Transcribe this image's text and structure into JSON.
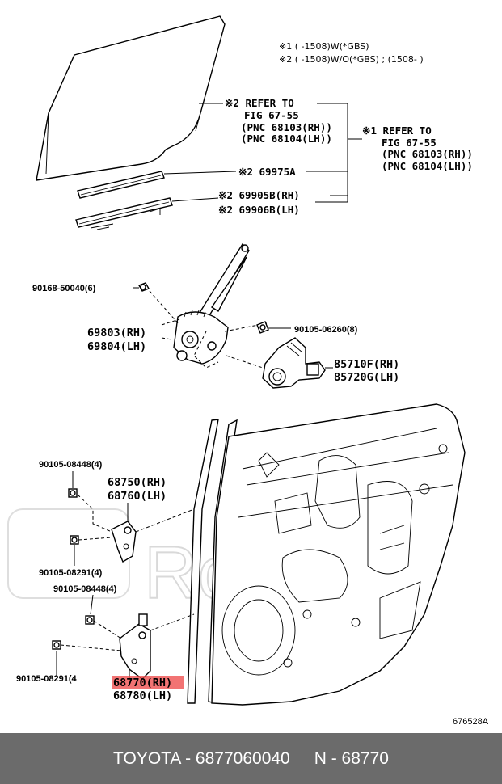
{
  "notes": {
    "n1": "※1 (    -1508)W(*GBS)",
    "n2": "※2 (    -1508)W/O(*GBS) ; (1508-      )"
  },
  "labels": {
    "refer_a_1": "※2 REFER TO",
    "refer_a_2": "FIG 67-55",
    "refer_a_3": "(PNC 68103(RH))",
    "refer_a_4": "(PNC 68104(LH))",
    "refer_b_1": "※1 REFER TO",
    "refer_b_2": "FIG 67-55",
    "refer_b_3": "(PNC 68103(RH))",
    "refer_b_4": "(PNC 68104(LH))",
    "p69975": "※2 69975A",
    "p69905": "※2 69905B(RH)",
    "p69906": "※2 69906B(LH)",
    "p90168": "90168-50040(6)",
    "p69803": "69803(RH)",
    "p69804": "69804(LH)",
    "p90105_06260": "90105-06260(8)",
    "p85710": "85710F(RH)",
    "p85720": "85720G(LH)",
    "p90105_08448_a": "90105-08448(4)",
    "p68750": "68750(RH)",
    "p68760": "68760(LH)",
    "p90105_08291_a": "90105-08291(4)",
    "p90105_08448_b": "90105-08448(4)",
    "p90105_08291_b": "90105-08291(4",
    "p68770": "68770(RH)",
    "p68780": "68780(LH)",
    "fig_code": "676528A"
  },
  "watermark": "Rclfi.ru",
  "footer": {
    "brand": "TOYOTA - 6877060040",
    "ref": "N - 68770"
  },
  "colors": {
    "highlight": "#ee4444",
    "footer_bg": "#6b6b6b"
  }
}
